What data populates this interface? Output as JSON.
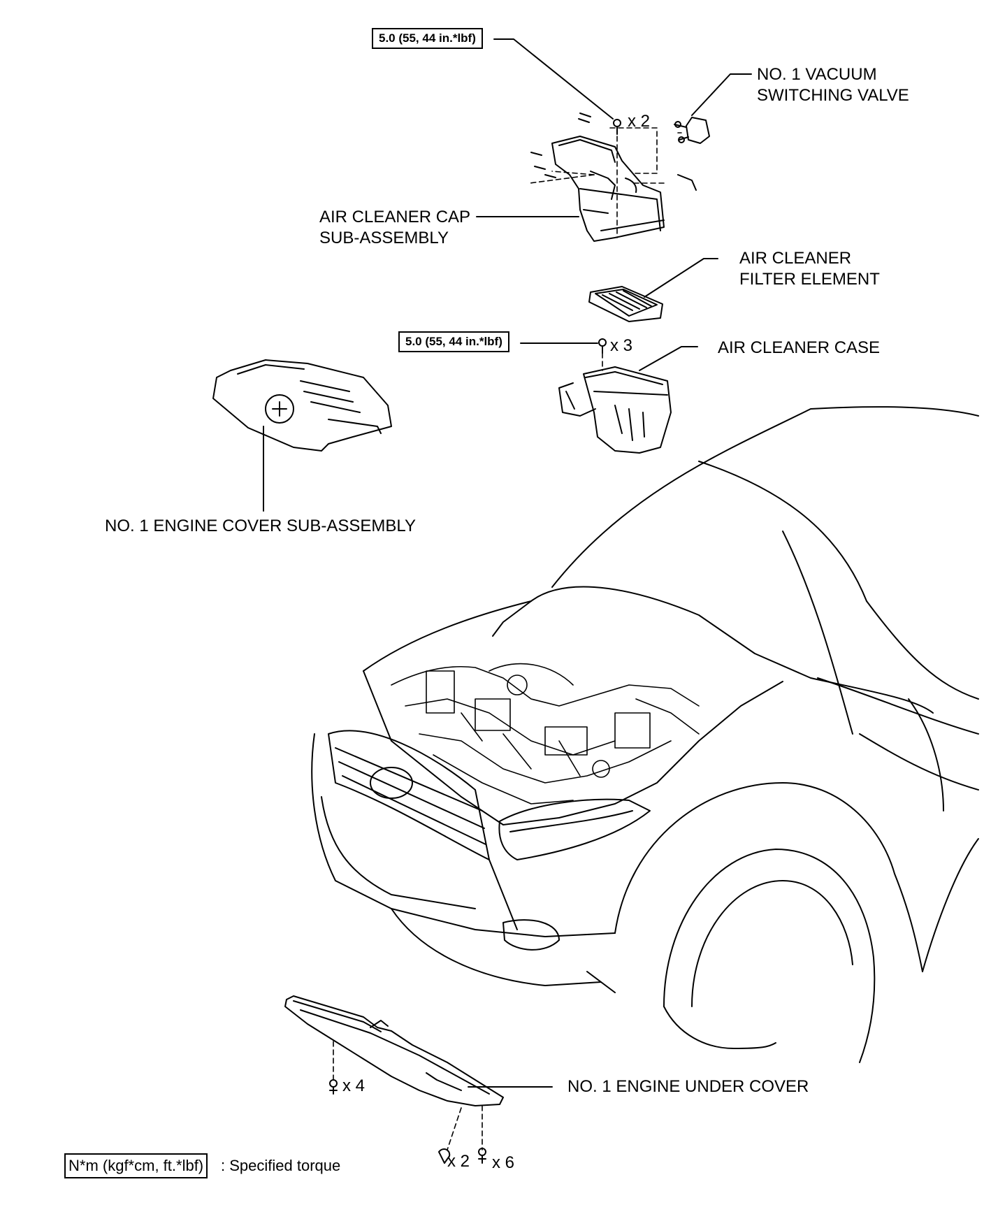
{
  "torque_spec_1": "5.0 (55, 44 in.*lbf)",
  "torque_spec_2": "5.0 (55, 44 in.*lbf)",
  "qty_cap_bolts": "x 2",
  "qty_case_bolts": "x 3",
  "qty_under_bolts_left": "x 4",
  "qty_under_clips": "x 2",
  "qty_under_bolts_right": "x 6",
  "labels": {
    "vsv_line1": "NO. 1 VACUUM",
    "vsv_line2": "SWITCHING VALVE",
    "cap_line1": "AIR CLEANER CAP",
    "cap_line2": "SUB-ASSEMBLY",
    "filter_line1": "AIR CLEANER",
    "filter_line2": "FILTER ELEMENT",
    "case": "AIR CLEANER CASE",
    "engine_cover": "NO. 1 ENGINE COVER SUB-ASSEMBLY",
    "under_cover": "NO. 1 ENGINE UNDER COVER"
  },
  "legend": {
    "unit": "N*m (kgf*cm, ft.*lbf)",
    "description": ": Specified torque"
  }
}
